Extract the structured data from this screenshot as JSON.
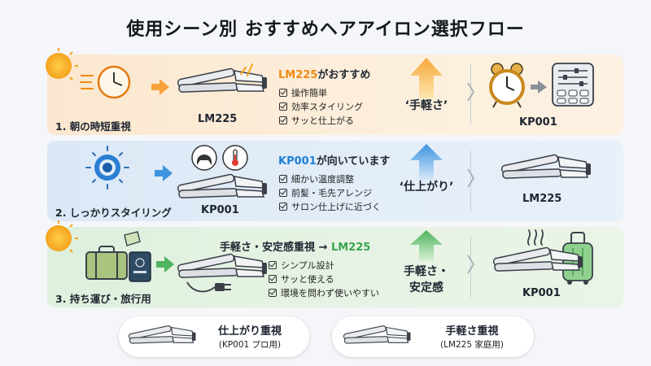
{
  "title": "使用シーン別 おすすめヘアアイロン選択フロー",
  "rows": [
    {
      "label": "1. 朝の時短重視",
      "model": "LM225",
      "headline_model": "LM225",
      "headline_rest": "がおすすめ",
      "features": [
        "操作簡単",
        "効率スタイリング",
        "サッと仕上がる"
      ],
      "quote": "‘手軽さ’",
      "alt_model": "KP001",
      "accent": "#f08a12",
      "icons": [
        "sun-icon",
        "clock-icon",
        "arrow-right-icon",
        "hair-iron-icon",
        "up-arrow-icon",
        "alarm-clock-icon",
        "control-panel-icon"
      ]
    },
    {
      "label": "2. しっかりスタイリング",
      "model": "KP001",
      "headline_model": "KP001",
      "headline_rest": "が向いています",
      "features": [
        "細かい温度調整",
        "前髪・毛先アレンジ",
        "サロン仕上げに近づく"
      ],
      "quote": "‘仕上がり’",
      "alt_model": "LM225",
      "accent": "#1e7fd6",
      "icons": [
        "target-icon",
        "hair-icon",
        "thermometer-icon",
        "hair-iron-icon",
        "up-arrow-icon"
      ]
    },
    {
      "label": "3. 持ち運び・旅行用",
      "headline_prefix": "手軽さ・安定感重視 →",
      "headline_model": "LM225",
      "features": [
        "シンプル設計",
        "サッと使える",
        "環境を問わず使いやすい"
      ],
      "quote_line1": "手軽さ・",
      "quote_line2": "安定感",
      "alt_model": "KP001",
      "accent": "#3aa550",
      "icons": [
        "sun-icon",
        "suitcase-icon",
        "passport-icon",
        "ticket-icon",
        "hair-iron-icon",
        "plug-icon",
        "up-arrow-icon",
        "steam-icon",
        "luggage-icon"
      ]
    }
  ],
  "pills": [
    {
      "main": "仕上がり重視",
      "sub": "(KP001 プロ用)",
      "icon": "hair-iron-icon"
    },
    {
      "main": "手軽さ重視",
      "sub": "(LM225 家庭用)",
      "icon": "hair-iron-icon"
    }
  ]
}
